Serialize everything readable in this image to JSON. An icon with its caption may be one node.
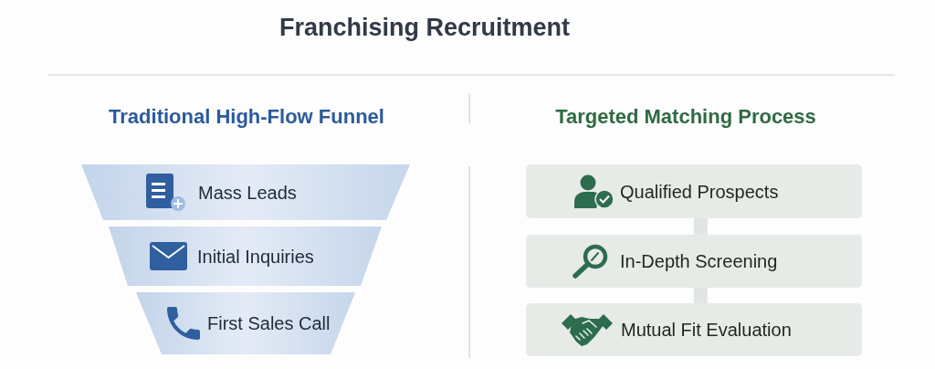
{
  "diagram": {
    "title": "Franchising Recruitment",
    "nodes": [
      {
        "text": [
          "Mass Leads"
        ]
      },
      {
        "text": [
          "Initial Inquiries"
        ]
      },
      {
        "text": [
          "First Sales Call"
        ]
      },
      {
        "text": [
          "Qualified Prospects"
        ]
      },
      {
        "text": [
          "In-Depth Screening"
        ]
      },
      {
        "text": [
          "Mutual Fit Evaluation"
        ]
      }
    ],
    "edges": [
      {
        "from": 3,
        "to": 4,
        "arrow": "none"
      },
      {
        "from": 4,
        "to": 5,
        "arrow": "none"
      }
    ],
    "labels": [
      "Traditional High-Flow Funnel",
      "Targeted Matching Process"
    ]
  }
}
